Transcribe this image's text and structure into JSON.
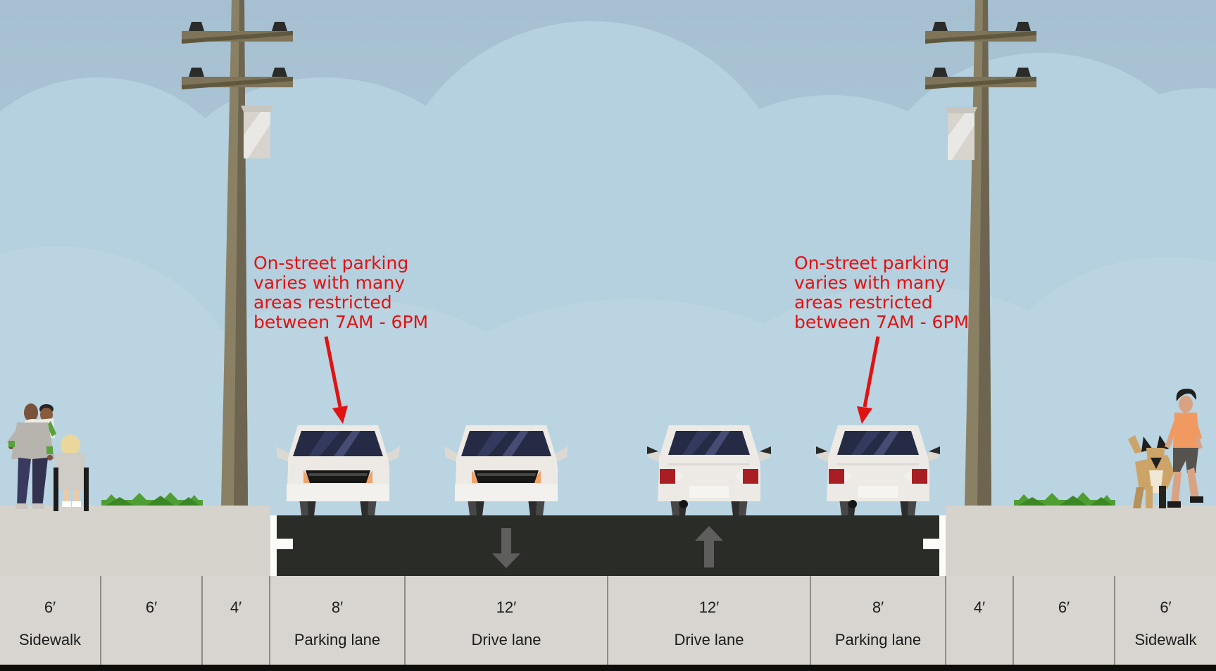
{
  "annotations": {
    "left": {
      "text": "On-street parking\nvaries with many\nareas restricted\nbetween 7AM - 6PM"
    },
    "right": {
      "text": "On-street parking\nvaries with many\nareas restricted\nbetween 7AM - 6PM"
    }
  },
  "lane_arrows": {
    "left_drive_lane": "down",
    "right_drive_lane": "up"
  },
  "cross_section": {
    "segments": [
      {
        "width_label": "6′",
        "name": "Sidewalk"
      },
      {
        "width_label": "6′",
        "name": ""
      },
      {
        "width_label": "4′",
        "name": ""
      },
      {
        "width_label": "8′",
        "name": "Parking lane"
      },
      {
        "width_label": "12′",
        "name": "Drive lane"
      },
      {
        "width_label": "12′",
        "name": "Drive lane"
      },
      {
        "width_label": "8′",
        "name": "Parking lane"
      },
      {
        "width_label": "4′",
        "name": ""
      },
      {
        "width_label": "6′",
        "name": ""
      },
      {
        "width_label": "6′",
        "name": "Sidewalk"
      }
    ]
  },
  "colors": {
    "annotation_red": "#e11212",
    "road": "#2a2c27",
    "label_strip_bg": "#d8d5d0",
    "sidewalk": "#d6d3cd",
    "sky": "#aec9d9",
    "grass": "#4f9e33",
    "car_body": "#edeae5",
    "taillight": "#a91e23"
  }
}
